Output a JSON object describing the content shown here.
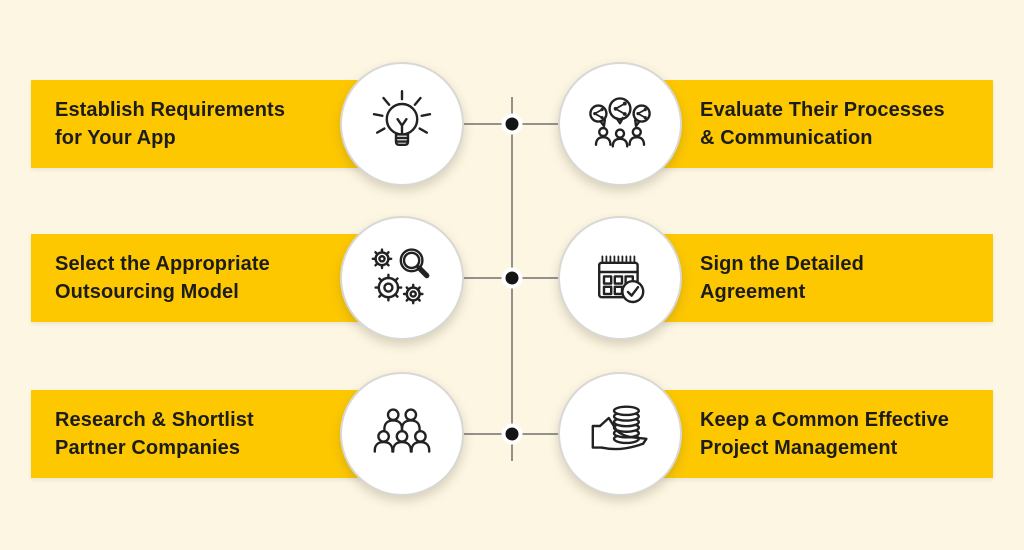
{
  "colors": {
    "background": "#FCF6E2",
    "banner": "#FDC800",
    "text": "#1C1C1C",
    "connector": "#94908A",
    "node": "#141414",
    "circle_fill": "#FFFFFF",
    "circle_border": "#D9D8D4"
  },
  "steps": [
    {
      "side": "left",
      "label": "Establish Requirements\nfor Your App",
      "icon": "lightbulb-idea-icon"
    },
    {
      "side": "right",
      "label": "Evaluate Their Processes\n& Communication",
      "icon": "people-share-bubbles-icon"
    },
    {
      "side": "left",
      "label": "Select the Appropriate\nOutsourcing Model",
      "icon": "gears-magnifier-icon"
    },
    {
      "side": "right",
      "label": "Sign the Detailed\nAgreement",
      "icon": "calendar-check-icon"
    },
    {
      "side": "left",
      "label": "Research & Shortlist\nPartner Companies",
      "icon": "team-group-icon"
    },
    {
      "side": "right",
      "label": "Keep a Common Effective\nProject Management",
      "icon": "hand-coins-icon"
    }
  ]
}
